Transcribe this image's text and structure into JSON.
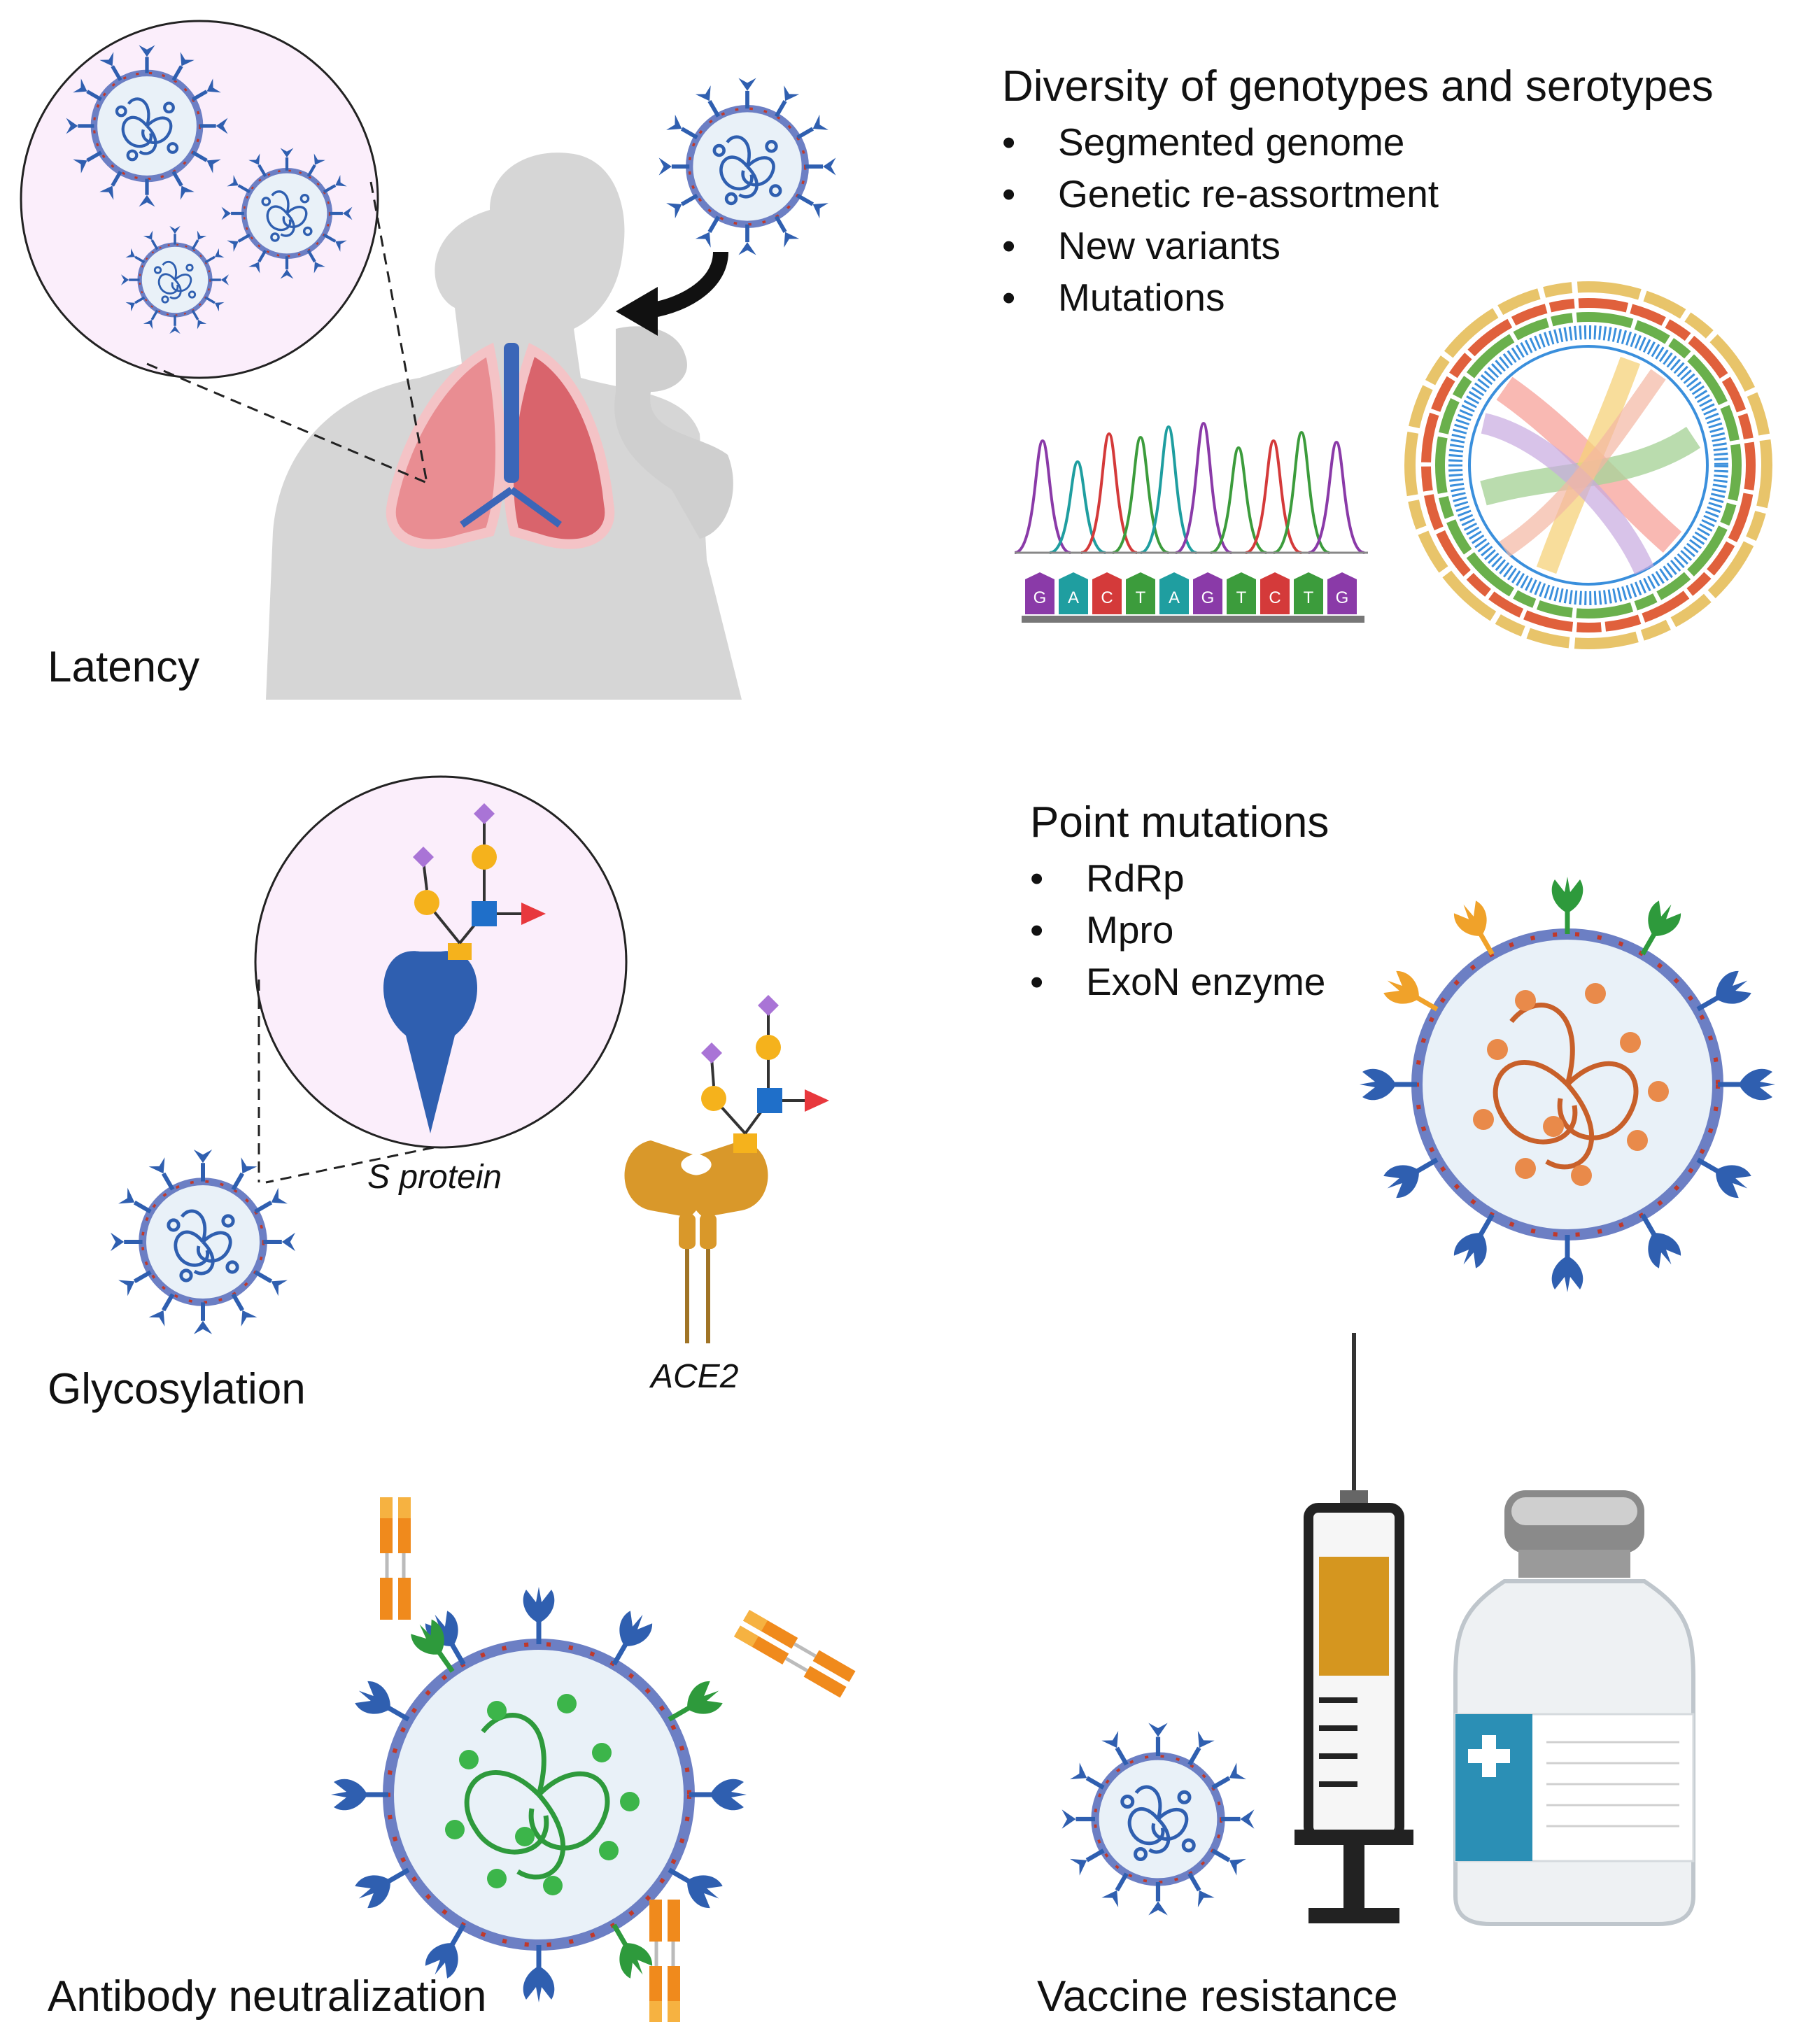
{
  "panels": {
    "latency": {
      "label": "Latency"
    },
    "diversity": {
      "heading": "Diversity of genotypes and serotypes",
      "bullets": [
        "Segmented genome",
        "Genetic re-assortment",
        "New variants",
        "Mutations"
      ],
      "sequence_letters": [
        "G",
        "A",
        "C",
        "T",
        "A",
        "G",
        "T",
        "C",
        "T",
        "G"
      ]
    },
    "glycosylation": {
      "label": "Glycosylation",
      "s_protein_label": "S protein",
      "ace2_label": "ACE2"
    },
    "point_mutations": {
      "heading": "Point mutations",
      "bullets": [
        "RdRp",
        "Mpro",
        "ExoN enzyme"
      ]
    },
    "antibody": {
      "label": "Antibody neutralization"
    },
    "vaccine": {
      "label": "Vaccine resistance"
    }
  },
  "colors": {
    "virus_blue": "#2f5fb0",
    "virus_membrane": "#6c7fc4",
    "virus_fill": "#e9f1f8",
    "spike_red": "#c0392b",
    "inset_fill": "#fbeefb",
    "lung_red": "#d9646c",
    "skin_grey": "#c9c9c9",
    "rna_orange": "#c8602a",
    "rna_green": "#2e9a3c",
    "glycan_yellow": "#f5b21c",
    "glycan_blue": "#1f6fc9",
    "glycan_purple": "#a974d6",
    "glycan_red": "#e8383d",
    "ace2_gold": "#d9982a",
    "antibody_orange": "#f08a1c"
  },
  "icons": [
    "virus-icon",
    "human-figure-icon",
    "lungs-icon",
    "arrow-icon",
    "chromatogram-icon",
    "circos-plot-icon",
    "s-protein-icon",
    "ace2-receptor-icon",
    "antibody-icon",
    "syringe-icon",
    "vaccine-vial-icon"
  ]
}
